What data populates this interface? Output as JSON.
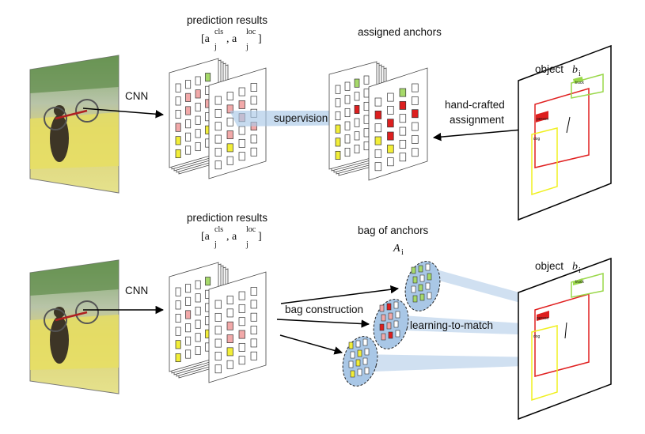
{
  "colors": {
    "red": "#dd1f1f",
    "pink": "#f2a9a9",
    "yellow": "#f2ee38",
    "green": "#a6d96a",
    "blue": "#a9c7e6",
    "box_red": "#e02020",
    "box_yellow": "#f0f020",
    "box_green": "#9ad84a"
  },
  "top_row": {
    "cnn_label": "CNN",
    "prediction_title": "prediction results",
    "prediction_formula": {
      "open": "[a",
      "sub1": "j",
      "sup1": "cls",
      "sep": ",  a",
      "sub2": "j",
      "sup2": "loc",
      "close": "]"
    },
    "supervision_label": "supervision",
    "assigned_title": "assigned anchors",
    "assignment_label_line1": "hand-crafted",
    "assignment_label_line2": "assignment",
    "object_label": "object",
    "object_symbol": "b",
    "object_sub": "i"
  },
  "bottom_row": {
    "cnn_label": "CNN",
    "prediction_title": "prediction results",
    "prediction_formula": {
      "open": "[a",
      "sub1": "j",
      "sup1": "cls",
      "sep": ",  a",
      "sub2": "j",
      "sup2": "loc",
      "close": "]"
    },
    "bag_title": "bag of anchors",
    "bag_symbol": "A",
    "bag_sub": "i",
    "bag_construction_label": "bag construction",
    "learning_label": "learning-to-match",
    "object_label": "object",
    "object_symbol": "b",
    "object_sub": "i"
  },
  "box_tags": {
    "person": "person",
    "dog": "dog",
    "truck": "truck"
  }
}
